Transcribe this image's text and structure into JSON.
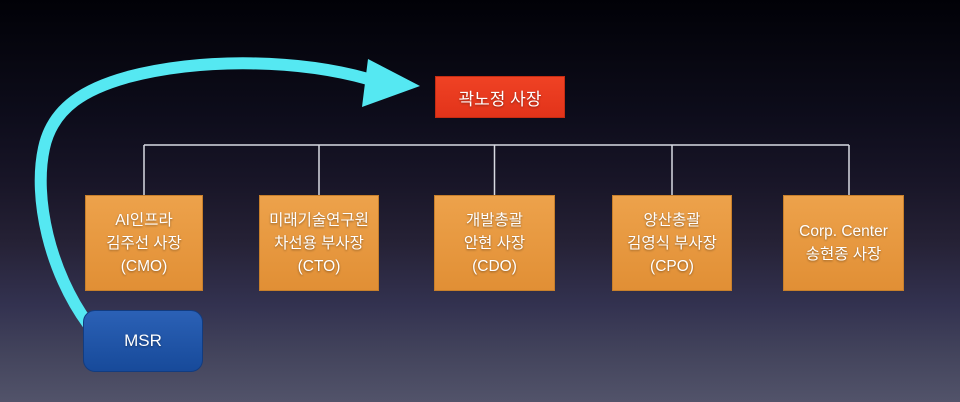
{
  "org": {
    "ceo": {
      "label": "곽노정 사장"
    },
    "departments": [
      {
        "line1": "AI인프라",
        "line2": "김주선 사장",
        "line3": "(CMO)"
      },
      {
        "line1": "미래기술연구원",
        "line2": "차선용 부사장",
        "line3": "(CTO)"
      },
      {
        "line1": "개발총괄",
        "line2": "안현 사장",
        "line3": "(CDO)"
      },
      {
        "line1": "양산총괄",
        "line2": "김영식 부사장",
        "line3": "(CPO)"
      },
      {
        "line1": "Corp. Center",
        "line2": "송현종 사장",
        "line3": ""
      }
    ],
    "msr": {
      "label": "MSR"
    },
    "colors": {
      "ceo_box": "#e93a1e",
      "dept_box": "#e89a3e",
      "msr_box": "#1c52a5",
      "arrow": "#55e8f2",
      "connector": "#d8dae2"
    }
  }
}
